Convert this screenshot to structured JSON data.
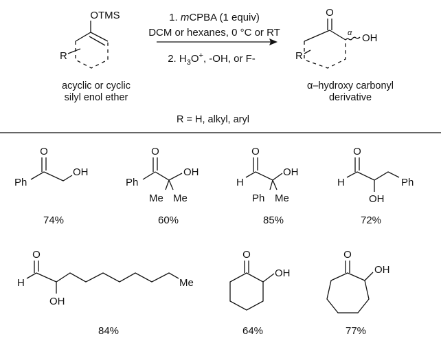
{
  "scheme": {
    "substrate": {
      "otms": "OTMS",
      "r": "R"
    },
    "conditions": {
      "step1_prefix": "1. ",
      "step1_italic": "m",
      "step1_rest": "CPBA (1 equiv)",
      "step1_line2": "DCM or hexanes, 0 °C or RT",
      "step2_a": "2. H",
      "step2_sub": "3",
      "step2_b": "O",
      "step2_sup": "+",
      "step2_c": ", -OH, or F-"
    },
    "product": {
      "o": "O",
      "oh": "OH",
      "alpha": "α",
      "r": "R"
    },
    "substrate_label": [
      "acyclic or cyclic",
      "silyl enol ether"
    ],
    "product_label": [
      "α–hydroxy carbonyl",
      "derivative"
    ],
    "r_definition": "R = H, alkyl, aryl"
  },
  "examples": [
    {
      "labels": {
        "o": "O",
        "ph": "Ph",
        "oh": "OH"
      },
      "yield": "74%"
    },
    {
      "labels": {
        "o": "O",
        "ph": "Ph",
        "oh": "OH",
        "me1": "Me",
        "me2": "Me"
      },
      "yield": "60%"
    },
    {
      "labels": {
        "o": "O",
        "h": "H",
        "oh": "OH",
        "ph": "Ph",
        "me": "Me"
      },
      "yield": "85%"
    },
    {
      "labels": {
        "o": "O",
        "h": "H",
        "ph": "Ph",
        "oh": "OH"
      },
      "yield": "72%"
    },
    {
      "labels": {
        "o": "O",
        "h": "H",
        "oh": "OH",
        "me": "Me"
      },
      "yield": "84%"
    },
    {
      "labels": {
        "o": "O",
        "oh": "OH"
      },
      "yield": "64%"
    },
    {
      "labels": {
        "o": "O",
        "oh": "OH"
      },
      "yield": "77%"
    }
  ]
}
